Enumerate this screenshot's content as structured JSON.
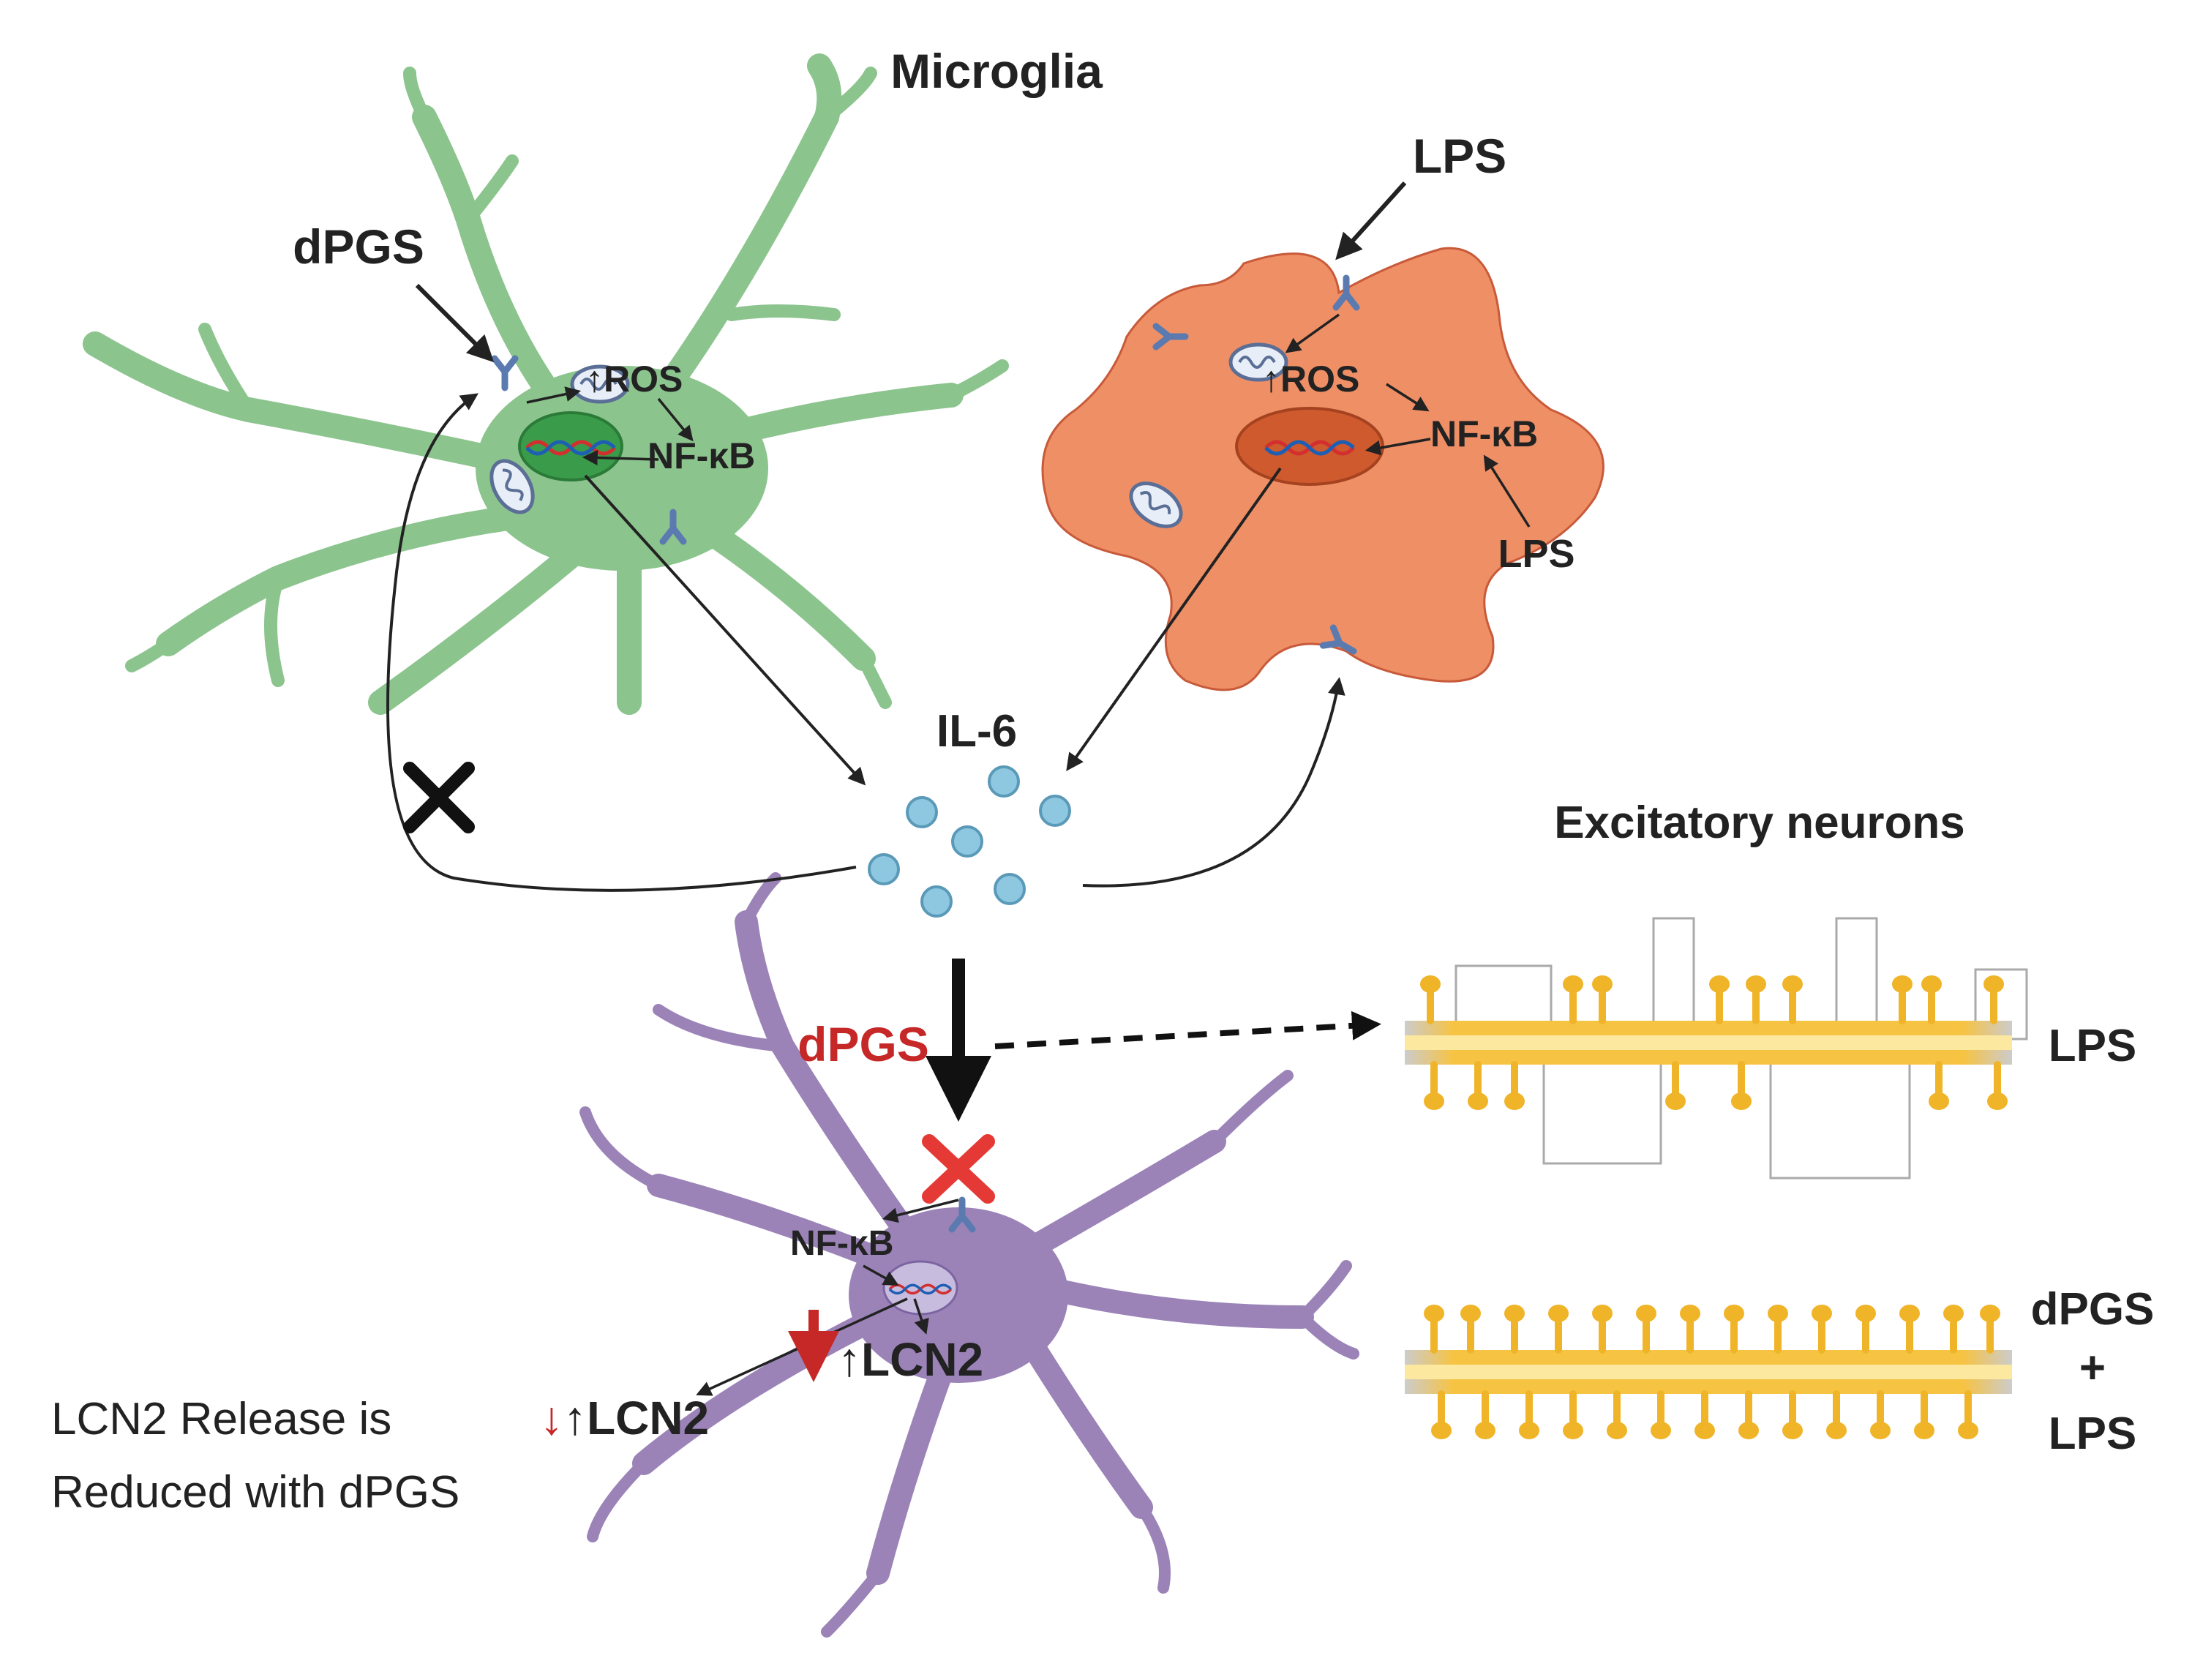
{
  "labels": {
    "microglia": "Microglia",
    "dpgs_top": "dPGS",
    "lps_top": "LPS",
    "ros_green": "↑ROS",
    "nfkb_green": "NF-κB",
    "ros_orange": "↑ROS",
    "nfkb_orange": "NF-κB",
    "lps_right": "LPS",
    "il6": "IL-6",
    "excitatory_neurons": "Excitatory neurons",
    "dpgs_red": "dPGS",
    "nfkb_purple": "NF-κB",
    "lcn2_up": "LCN2",
    "lcn2_left": "LCN2",
    "release_line1": "LCN2 Release is",
    "release_line2": "Reduced with dPGS",
    "neuron_lps": "LPS",
    "neuron_combo_1": "dPGS",
    "neuron_combo_2": "+",
    "neuron_combo_3": "LPS"
  },
  "colors": {
    "microglia_green": "#8cc48e",
    "microglia_orange": "#ef8f66",
    "astrocyte_purple": "#9b83b8",
    "neuron_yellow": "#f6c343",
    "il6_blue": "#8ec7e0",
    "inhibit_red": "#e53935",
    "text_dark": "#222222",
    "text_red": "#c62828"
  },
  "icons": [
    "receptor-icon",
    "mitochondria-icon",
    "dna-icon",
    "inhibit-x-icon",
    "il6-particle-icon"
  ]
}
